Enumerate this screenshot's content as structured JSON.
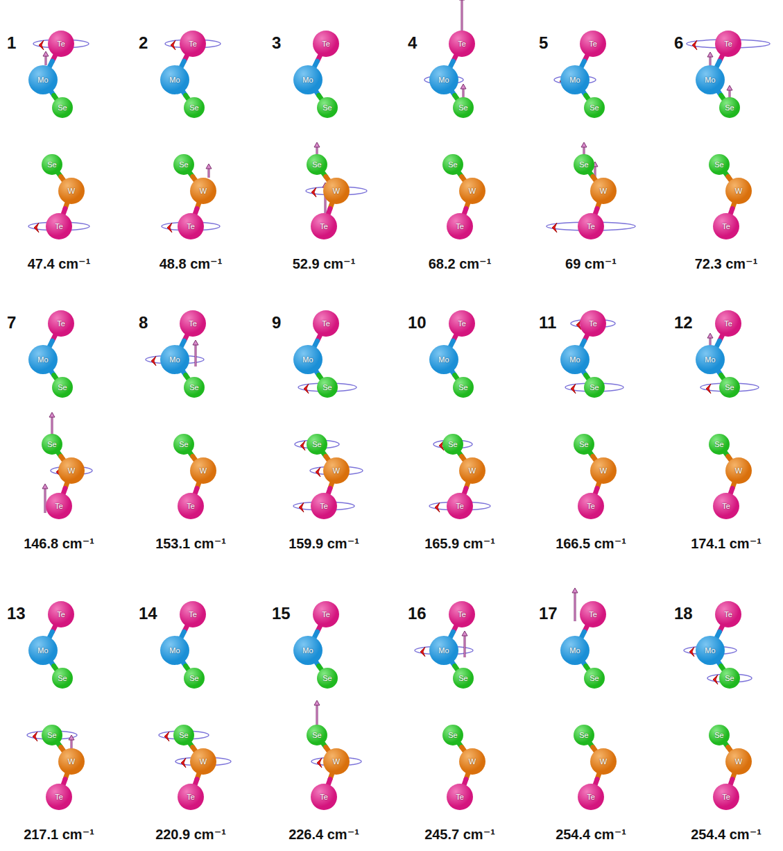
{
  "diagram": {
    "nodes": [
      {
        "text": [
          "Te"
        ]
      },
      {
        "text": [
          "Mo"
        ]
      },
      {
        "text": [
          "Se"
        ]
      },
      {
        "text": [
          "Se"
        ]
      },
      {
        "text": [
          "W"
        ]
      },
      {
        "text": [
          "Te"
        ]
      },
      {
        "text": [
          "Te"
        ]
      },
      {
        "text": [
          "Mo"
        ]
      },
      {
        "text": [
          "Se"
        ]
      },
      {
        "text": [
          "Se"
        ]
      },
      {
        "text": [
          "W"
        ]
      },
      {
        "text": [
          "Te"
        ]
      },
      {
        "text": [
          "Te"
        ]
      },
      {
        "text": [
          "Mo"
        ]
      },
      {
        "text": [
          "Se"
        ]
      },
      {
        "text": [
          "Se"
        ]
      },
      {
        "text": [
          "W"
        ]
      },
      {
        "text": [
          "Te"
        ]
      },
      {
        "text": [
          "Te"
        ]
      },
      {
        "text": [
          "Mo"
        ]
      },
      {
        "text": [
          "Se"
        ]
      },
      {
        "text": [
          "Se"
        ]
      },
      {
        "text": [
          "W"
        ]
      },
      {
        "text": [
          "Te"
        ]
      },
      {
        "text": [
          "Te"
        ]
      },
      {
        "text": [
          "Mo"
        ]
      },
      {
        "text": [
          "Se"
        ]
      },
      {
        "text": [
          "Se"
        ]
      },
      {
        "text": [
          "W"
        ]
      },
      {
        "text": [
          "Te"
        ]
      },
      {
        "text": [
          "Te"
        ]
      },
      {
        "text": [
          "Mo"
        ]
      },
      {
        "text": [
          "Se"
        ]
      },
      {
        "text": [
          "Se"
        ]
      },
      {
        "text": [
          "W"
        ]
      },
      {
        "text": [
          "Te"
        ]
      },
      {
        "text": [
          "Te"
        ]
      },
      {
        "text": [
          "Mo"
        ]
      },
      {
        "text": [
          "Se"
        ]
      },
      {
        "text": [
          "Se"
        ]
      },
      {
        "text": [
          "W"
        ]
      },
      {
        "text": [
          "Te"
        ]
      },
      {
        "text": [
          "Te"
        ]
      },
      {
        "text": [
          "Mo"
        ]
      },
      {
        "text": [
          "Se"
        ]
      },
      {
        "text": [
          "Se"
        ]
      },
      {
        "text": [
          "W"
        ]
      },
      {
        "text": [
          "Te"
        ]
      },
      {
        "text": [
          "Te"
        ]
      },
      {
        "text": [
          "Mo"
        ]
      },
      {
        "text": [
          "Se"
        ]
      },
      {
        "text": [
          "Se"
        ]
      },
      {
        "text": [
          "W"
        ]
      },
      {
        "text": [
          "Te"
        ]
      },
      {
        "text": [
          "Te"
        ]
      },
      {
        "text": [
          "Mo"
        ]
      },
      {
        "text": [
          "Se"
        ]
      },
      {
        "text": [
          "Se"
        ]
      },
      {
        "text": [
          "W"
        ]
      },
      {
        "text": [
          "Te"
        ]
      },
      {
        "text": [
          "Te"
        ]
      },
      {
        "text": [
          "Mo"
        ]
      },
      {
        "text": [
          "Se"
        ]
      },
      {
        "text": [
          "Se"
        ]
      },
      {
        "text": [
          "W"
        ]
      },
      {
        "text": [
          "Te"
        ]
      },
      {
        "text": [
          "Te"
        ]
      },
      {
        "text": [
          "Mo"
        ]
      },
      {
        "text": [
          "Se"
        ]
      },
      {
        "text": [
          "Se"
        ]
      },
      {
        "text": [
          "W"
        ]
      },
      {
        "text": [
          "Te"
        ]
      },
      {
        "text": [
          "Te"
        ]
      },
      {
        "text": [
          "Mo"
        ]
      },
      {
        "text": [
          "Se"
        ]
      },
      {
        "text": [
          "Se"
        ]
      },
      {
        "text": [
          "W"
        ]
      },
      {
        "text": [
          "Te"
        ]
      },
      {
        "text": [
          "Te"
        ]
      },
      {
        "text": [
          "Mo"
        ]
      },
      {
        "text": [
          "Se"
        ]
      },
      {
        "text": [
          "Se"
        ]
      },
      {
        "text": [
          "W"
        ]
      },
      {
        "text": [
          "Te"
        ]
      },
      {
        "text": [
          "Te"
        ]
      },
      {
        "text": [
          "Mo"
        ]
      },
      {
        "text": [
          "Se"
        ]
      },
      {
        "text": [
          "Se"
        ]
      },
      {
        "text": [
          "W"
        ]
      },
      {
        "text": [
          "Te"
        ]
      },
      {
        "text": [
          "Te"
        ]
      },
      {
        "text": [
          "Mo"
        ]
      },
      {
        "text": [
          "Se"
        ]
      },
      {
        "text": [
          "Se"
        ]
      },
      {
        "text": [
          "W"
        ]
      },
      {
        "text": [
          "Te"
        ]
      },
      {
        "text": [
          "Te"
        ]
      },
      {
        "text": [
          "Mo"
        ]
      },
      {
        "text": [
          "Se"
        ]
      },
      {
        "text": [
          "Se"
        ]
      },
      {
        "text": [
          "W"
        ]
      },
      {
        "text": [
          "Te"
        ]
      },
      {
        "text": [
          "Te"
        ]
      },
      {
        "text": [
          "Mo"
        ]
      },
      {
        "text": [
          "Se"
        ]
      },
      {
        "text": [
          "Se"
        ]
      },
      {
        "text": [
          "W"
        ]
      },
      {
        "text": [
          "Te"
        ]
      }
    ],
    "edges": [
      {
        "from": 0,
        "to": 1,
        "arrow": "none"
      },
      {
        "from": 1,
        "to": 2,
        "arrow": "none"
      },
      {
        "from": 3,
        "to": 4,
        "arrow": "none"
      },
      {
        "from": 4,
        "to": 5,
        "arrow": "none"
      },
      {
        "from": 6,
        "to": 7,
        "arrow": "none"
      },
      {
        "from": 7,
        "to": 8,
        "arrow": "none"
      },
      {
        "from": 9,
        "to": 10,
        "arrow": "none"
      },
      {
        "from": 10,
        "to": 11,
        "arrow": "none"
      },
      {
        "from": 12,
        "to": 13,
        "arrow": "none"
      },
      {
        "from": 13,
        "to": 14,
        "arrow": "none"
      },
      {
        "from": 15,
        "to": 16,
        "arrow": "none"
      },
      {
        "from": 16,
        "to": 17,
        "arrow": "none"
      },
      {
        "from": 18,
        "to": 19,
        "arrow": "none"
      },
      {
        "from": 19,
        "to": 20,
        "arrow": "none"
      },
      {
        "from": 21,
        "to": 22,
        "arrow": "none"
      },
      {
        "from": 22,
        "to": 23,
        "arrow": "none"
      },
      {
        "from": 24,
        "to": 25,
        "arrow": "none"
      },
      {
        "from": 25,
        "to": 26,
        "arrow": "none"
      },
      {
        "from": 27,
        "to": 28,
        "arrow": "none"
      },
      {
        "from": 28,
        "to": 29,
        "arrow": "none"
      },
      {
        "from": 30,
        "to": 31,
        "arrow": "none"
      },
      {
        "from": 31,
        "to": 32,
        "arrow": "none"
      },
      {
        "from": 33,
        "to": 34,
        "arrow": "none"
      },
      {
        "from": 34,
        "to": 35,
        "arrow": "none"
      },
      {
        "from": 36,
        "to": 37,
        "arrow": "none"
      },
      {
        "from": 37,
        "to": 38,
        "arrow": "none"
      },
      {
        "from": 39,
        "to": 40,
        "arrow": "none"
      },
      {
        "from": 40,
        "to": 41,
        "arrow": "none"
      },
      {
        "from": 42,
        "to": 43,
        "arrow": "none"
      },
      {
        "from": 43,
        "to": 44,
        "arrow": "none"
      },
      {
        "from": 45,
        "to": 46,
        "arrow": "none"
      },
      {
        "from": 46,
        "to": 47,
        "arrow": "none"
      },
      {
        "from": 48,
        "to": 49,
        "arrow": "none"
      },
      {
        "from": 49,
        "to": 50,
        "arrow": "none"
      },
      {
        "from": 51,
        "to": 52,
        "arrow": "none"
      },
      {
        "from": 52,
        "to": 53,
        "arrow": "none"
      },
      {
        "from": 54,
        "to": 55,
        "arrow": "none"
      },
      {
        "from": 55,
        "to": 56,
        "arrow": "none"
      },
      {
        "from": 57,
        "to": 58,
        "arrow": "none"
      },
      {
        "from": 58,
        "to": 59,
        "arrow": "none"
      },
      {
        "from": 60,
        "to": 61,
        "arrow": "none"
      },
      {
        "from": 61,
        "to": 62,
        "arrow": "none"
      },
      {
        "from": 63,
        "to": 64,
        "arrow": "none"
      },
      {
        "from": 64,
        "to": 65,
        "arrow": "none"
      },
      {
        "from": 66,
        "to": 67,
        "arrow": "none"
      },
      {
        "from": 67,
        "to": 68,
        "arrow": "none"
      },
      {
        "from": 69,
        "to": 70,
        "arrow": "none"
      },
      {
        "from": 70,
        "to": 71,
        "arrow": "none"
      },
      {
        "from": 72,
        "to": 73,
        "arrow": "none"
      },
      {
        "from": 73,
        "to": 74,
        "arrow": "none"
      },
      {
        "from": 75,
        "to": 76,
        "arrow": "none"
      },
      {
        "from": 76,
        "to": 77,
        "arrow": "none"
      },
      {
        "from": 78,
        "to": 79,
        "arrow": "none"
      },
      {
        "from": 79,
        "to": 80,
        "arrow": "none"
      },
      {
        "from": 81,
        "to": 82,
        "arrow": "none"
      },
      {
        "from": 82,
        "to": 83,
        "arrow": "none"
      },
      {
        "from": 84,
        "to": 85,
        "arrow": "none"
      },
      {
        "from": 85,
        "to": 86,
        "arrow": "none"
      },
      {
        "from": 87,
        "to": 88,
        "arrow": "none"
      },
      {
        "from": 88,
        "to": 89,
        "arrow": "none"
      },
      {
        "from": 90,
        "to": 91,
        "arrow": "none"
      },
      {
        "from": 91,
        "to": 92,
        "arrow": "none"
      },
      {
        "from": 93,
        "to": 94,
        "arrow": "none"
      },
      {
        "from": 94,
        "to": 95,
        "arrow": "none"
      },
      {
        "from": 96,
        "to": 97,
        "arrow": "none"
      },
      {
        "from": 97,
        "to": 98,
        "arrow": "none"
      },
      {
        "from": 99,
        "to": 100,
        "arrow": "none"
      },
      {
        "from": 100,
        "to": 101,
        "arrow": "none"
      },
      {
        "from": 102,
        "to": 103,
        "arrow": "none"
      },
      {
        "from": 103,
        "to": 104,
        "arrow": "none"
      },
      {
        "from": 105,
        "to": 106,
        "arrow": "none"
      },
      {
        "from": 106,
        "to": 107,
        "arrow": "none"
      }
    ],
    "labels": [
      "1",
      "47.4 cm⁻¹",
      "2",
      "48.8 cm⁻¹",
      "3",
      "52.9 cm⁻¹",
      "4",
      "68.2 cm⁻¹",
      "5",
      "69 cm⁻¹",
      "6",
      "72.3 cm⁻¹",
      "7",
      "146.8 cm⁻¹",
      "8",
      "153.1 cm⁻¹",
      "9",
      "159.9 cm⁻¹",
      "10",
      "165.9 cm⁻¹",
      "11",
      "166.5 cm⁻¹",
      "12",
      "174.1 cm⁻¹",
      "13",
      "217.1 cm⁻¹",
      "14",
      "220.9 cm⁻¹",
      "15",
      "226.4 cm⁻¹",
      "16",
      "245.7 cm⁻¹",
      "17",
      "254.4 cm⁻¹",
      "18",
      "254.4 cm⁻¹"
    ]
  }
}
